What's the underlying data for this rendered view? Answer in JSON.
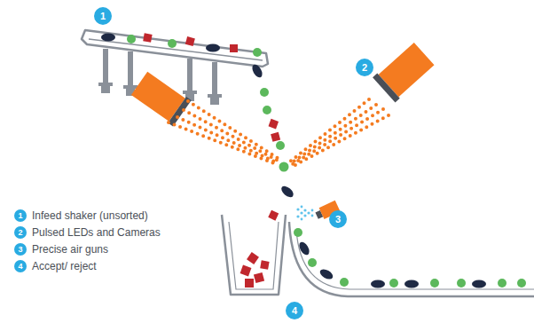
{
  "diagram": {
    "nodes": [
      {
        "text": [
          "1"
        ]
      },
      {
        "text": [
          "2"
        ]
      },
      {
        "text": [
          "3"
        ]
      },
      {
        "text": [
          "4"
        ]
      }
    ],
    "labels": [
      "1",
      "2",
      "3",
      "4"
    ],
    "legend": [
      {
        "text": "Infeed shaker (unsorted)"
      },
      {
        "text": "Pulsed LEDs and Cameras"
      },
      {
        "text": "Precise air guns"
      },
      {
        "text": "Accept/ reject"
      }
    ]
  }
}
